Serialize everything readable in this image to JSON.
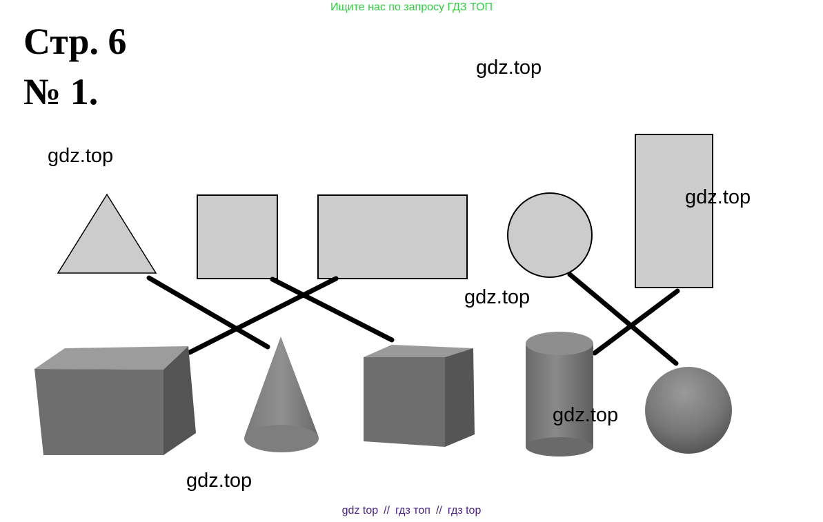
{
  "banner": {
    "text": "Ищите нас по запросу ГДЗ ТОП"
  },
  "heading": {
    "page": "Стр. 6",
    "task": "№ 1."
  },
  "watermark": "gdz.top",
  "shapes": {
    "flat": [
      "triangle-icon",
      "square-icon",
      "rectangle-icon",
      "circle-icon",
      "tall-rectangle-icon"
    ],
    "solid": [
      "cuboid-icon",
      "cone-icon",
      "cube-icon",
      "cylinder-icon",
      "sphere-icon"
    ],
    "colors": {
      "flat_fill": "#cccccc",
      "solid_fill": "#6e6e6e",
      "line": "#000000"
    }
  },
  "footer": {
    "link1": "gdz top",
    "sep1": "//",
    "link2": "гдз топ",
    "sep2": "//",
    "link3": "гдз top"
  }
}
